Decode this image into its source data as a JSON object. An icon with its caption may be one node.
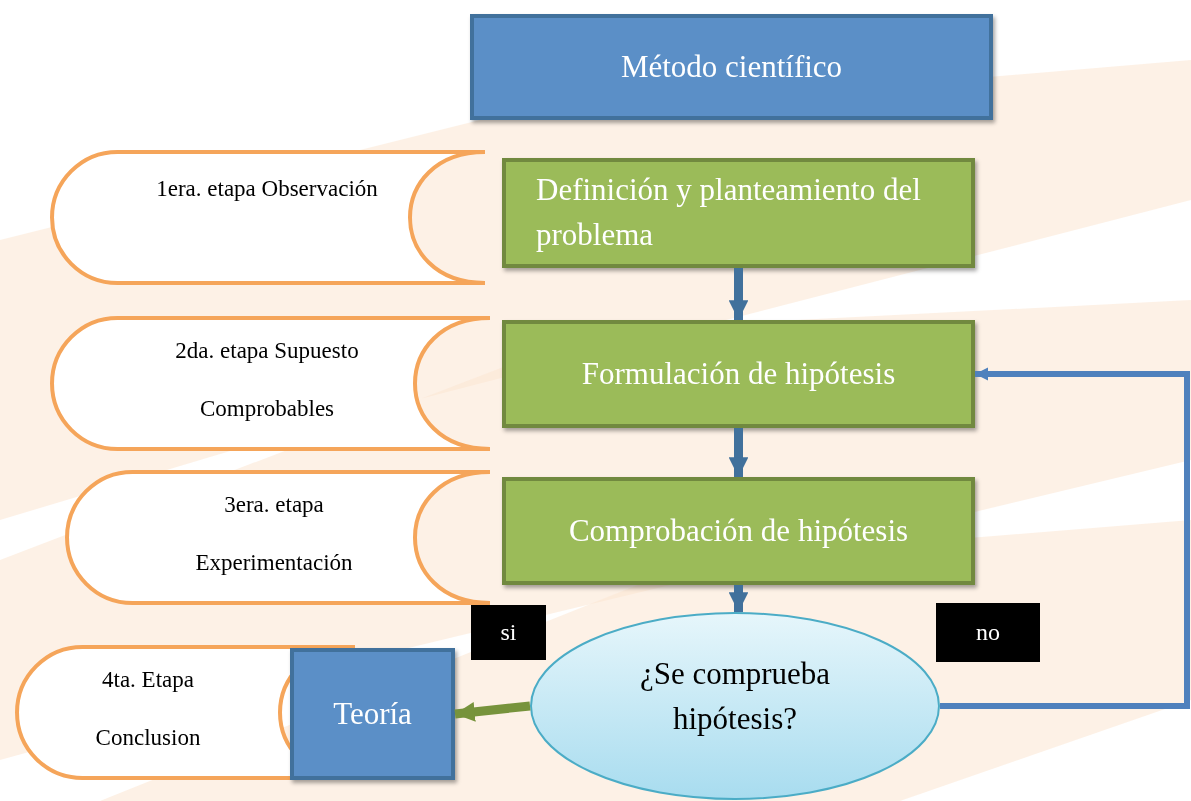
{
  "diagram": {
    "nodes": [
      {
        "text": [
          "Método científico"
        ]
      },
      {
        "text": [
          "1era. etapa Observación"
        ]
      },
      {
        "text": [
          "Definición y planteamiento del problema"
        ]
      },
      {
        "text": [
          "2da. etapa Supuesto",
          "Comprobables"
        ]
      },
      {
        "text": [
          "Formulación de hipótesis"
        ]
      },
      {
        "text": [
          "3era. etapa",
          "Experimentación"
        ]
      },
      {
        "text": [
          "Comprobación de hipótesis"
        ]
      },
      {
        "text": [
          "¿Se comprueba hipótesis?"
        ]
      },
      {
        "text": [
          "4ta. Etapa",
          "Conclusion"
        ]
      },
      {
        "text": [
          "Teoría"
        ]
      }
    ],
    "edges": [
      {
        "from": 2,
        "to": 4,
        "arrow": "to"
      },
      {
        "from": 4,
        "to": 6,
        "arrow": "to"
      },
      {
        "from": 6,
        "to": 7,
        "arrow": "to"
      },
      {
        "from": 7,
        "to": 9,
        "arrow": "to",
        "label": "si",
        "color": "#77933c"
      },
      {
        "from": 7,
        "to": 4,
        "arrow": "to",
        "label": "no",
        "color": "#4f81bd"
      }
    ]
  }
}
